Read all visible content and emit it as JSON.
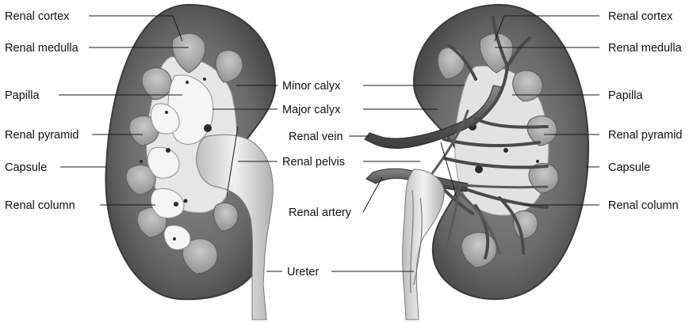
{
  "left_labels": {
    "renal_cortex": "Renal cortex",
    "renal_medulla": "Renal medulla",
    "papilla": "Papilla",
    "renal_pyramid": "Renal pyramid",
    "capsule": "Capsule",
    "renal_column": "Renal column"
  },
  "center_labels": {
    "minor_calyx": "Minor calyx",
    "major_calyx": "Major calyx",
    "renal_vein": "Renal vein",
    "renal_pelvis": "Renal pelvis",
    "renal_artery": "Renal artery",
    "ureter": "Ureter"
  },
  "right_labels": {
    "renal_cortex": "Renal cortex",
    "renal_medulla": "Renal medulla",
    "papilla": "Papilla",
    "renal_pyramid": "Renal pyramid",
    "capsule": "Capsule",
    "renal_column": "Renal column"
  }
}
